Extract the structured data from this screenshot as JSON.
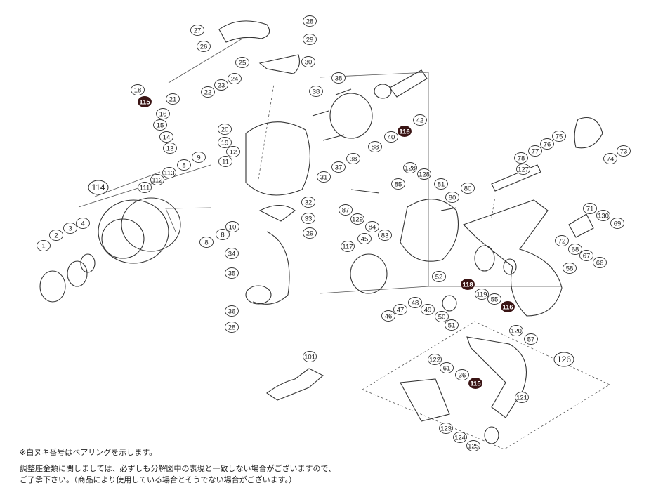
{
  "bearing_color": "#3a1414",
  "group_labels": [
    "114",
    "126"
  ],
  "callouts": [
    {
      "n": "1",
      "b": false
    },
    {
      "n": "2",
      "b": false
    },
    {
      "n": "3",
      "b": false
    },
    {
      "n": "4",
      "b": false
    },
    {
      "n": "8",
      "b": false
    },
    {
      "n": "8",
      "b": false
    },
    {
      "n": "8",
      "b": false
    },
    {
      "n": "9",
      "b": false
    },
    {
      "n": "10",
      "b": false
    },
    {
      "n": "11",
      "b": false
    },
    {
      "n": "12",
      "b": false
    },
    {
      "n": "13",
      "b": false
    },
    {
      "n": "14",
      "b": false
    },
    {
      "n": "15",
      "b": false
    },
    {
      "n": "16",
      "b": false
    },
    {
      "n": "18",
      "b": false
    },
    {
      "n": "19",
      "b": false
    },
    {
      "n": "20",
      "b": false
    },
    {
      "n": "21",
      "b": false
    },
    {
      "n": "22",
      "b": false
    },
    {
      "n": "23",
      "b": false
    },
    {
      "n": "24",
      "b": false
    },
    {
      "n": "25",
      "b": false
    },
    {
      "n": "26",
      "b": false
    },
    {
      "n": "27",
      "b": false
    },
    {
      "n": "28",
      "b": false
    },
    {
      "n": "28",
      "b": false
    },
    {
      "n": "29",
      "b": false
    },
    {
      "n": "29",
      "b": false
    },
    {
      "n": "30",
      "b": false
    },
    {
      "n": "31",
      "b": false
    },
    {
      "n": "32",
      "b": false
    },
    {
      "n": "33",
      "b": false
    },
    {
      "n": "34",
      "b": false
    },
    {
      "n": "35",
      "b": false
    },
    {
      "n": "36",
      "b": false
    },
    {
      "n": "36",
      "b": false
    },
    {
      "n": "37",
      "b": false
    },
    {
      "n": "38",
      "b": false
    },
    {
      "n": "38",
      "b": false
    },
    {
      "n": "38",
      "b": false
    },
    {
      "n": "40",
      "b": false
    },
    {
      "n": "42",
      "b": false
    },
    {
      "n": "45",
      "b": false
    },
    {
      "n": "46",
      "b": false
    },
    {
      "n": "47",
      "b": false
    },
    {
      "n": "48",
      "b": false
    },
    {
      "n": "49",
      "b": false
    },
    {
      "n": "50",
      "b": false
    },
    {
      "n": "51",
      "b": false
    },
    {
      "n": "52",
      "b": false
    },
    {
      "n": "55",
      "b": false
    },
    {
      "n": "57",
      "b": false
    },
    {
      "n": "58",
      "b": false
    },
    {
      "n": "61",
      "b": false
    },
    {
      "n": "66",
      "b": false
    },
    {
      "n": "67",
      "b": false
    },
    {
      "n": "68",
      "b": false
    },
    {
      "n": "69",
      "b": false
    },
    {
      "n": "71",
      "b": false
    },
    {
      "n": "72",
      "b": false
    },
    {
      "n": "73",
      "b": false
    },
    {
      "n": "74",
      "b": false
    },
    {
      "n": "75",
      "b": false
    },
    {
      "n": "76",
      "b": false
    },
    {
      "n": "77",
      "b": false
    },
    {
      "n": "78",
      "b": false
    },
    {
      "n": "80",
      "b": false
    },
    {
      "n": "80",
      "b": false
    },
    {
      "n": "81",
      "b": false
    },
    {
      "n": "83",
      "b": false
    },
    {
      "n": "84",
      "b": false
    },
    {
      "n": "85",
      "b": false
    },
    {
      "n": "87",
      "b": false
    },
    {
      "n": "88",
      "b": false
    },
    {
      "n": "101",
      "b": false
    },
    {
      "n": "111",
      "b": false
    },
    {
      "n": "112",
      "b": false
    },
    {
      "n": "113",
      "b": false
    },
    {
      "n": "115",
      "b": true
    },
    {
      "n": "115",
      "b": true
    },
    {
      "n": "116",
      "b": true
    },
    {
      "n": "116",
      "b": true
    },
    {
      "n": "117",
      "b": false
    },
    {
      "n": "118",
      "b": true
    },
    {
      "n": "119",
      "b": false
    },
    {
      "n": "120",
      "b": false
    },
    {
      "n": "121",
      "b": false
    },
    {
      "n": "122",
      "b": false
    },
    {
      "n": "123",
      "b": false
    },
    {
      "n": "124",
      "b": false
    },
    {
      "n": "125",
      "b": false
    },
    {
      "n": "127",
      "b": false
    },
    {
      "n": "128",
      "b": false
    },
    {
      "n": "128",
      "b": false
    },
    {
      "n": "129",
      "b": false
    },
    {
      "n": "130",
      "b": false
    }
  ],
  "notes": {
    "bearing": "※白ヌキ番号はベアリングを示します。",
    "adjust_line1": "調整座金類に関しましては、必ずしも分解図中の表現と一致しない場合がございますので、",
    "adjust_line2": "ご了承下さい。（商品により使用している場合とそうでない場合がございます。）"
  }
}
